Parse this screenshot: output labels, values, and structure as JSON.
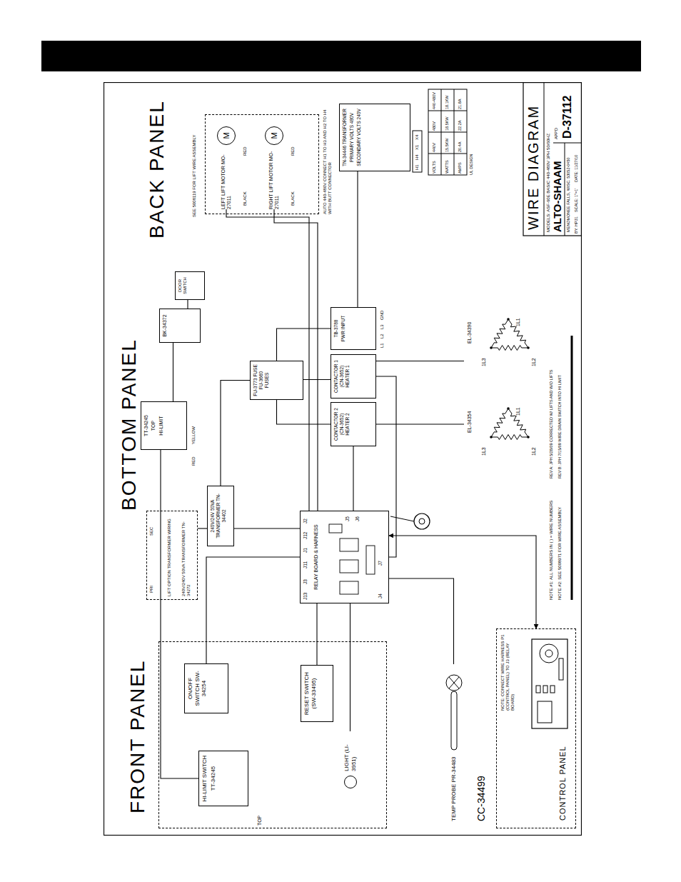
{
  "diagram": {
    "title": "WIRE DIAGRAM",
    "nodes": [
      {
        "text": [
          "FRONT PANEL"
        ]
      },
      {
        "text": [
          "HI-LIMIT SWITCH",
          "TT-34245"
        ],
        "in": 0
      },
      {
        "text": [
          "ON/OFF SWITCH SW-34254"
        ],
        "in": 0
      },
      {
        "text": [
          "RESET SWITCH (SW-33495)"
        ],
        "in": 0
      },
      {
        "text": [
          "LIGHT (LI-3951)"
        ],
        "in": 0
      },
      {
        "text": [
          "BACK PANEL"
        ]
      },
      {
        "text": [
          "LEFT LIFT MOTOR MO-27011",
          "M"
        ],
        "in": 5
      },
      {
        "text": [
          "RIGHT LIFT MOTOR MO-27011",
          "M"
        ],
        "in": 5
      },
      {
        "text": [
          "TN-34446 TRANSFORMER",
          "PRIMARY VOLTS 480V",
          "SECONDARY VOLTS 240V"
        ]
      },
      {
        "text": [
          "BK-34372"
        ]
      },
      {
        "text": [
          "DOOR SWITCH"
        ]
      },
      {
        "text": [
          "TT-34245",
          "TOP",
          "HI-LIMIT"
        ]
      },
      {
        "text": [
          "LIFT OPTION TRANSFORMER WIRING",
          "240V/240V 50VA TRANSFORMER TN-34272"
        ]
      },
      {
        "text": [
          "240V/24V 50VA TRANSFORMER TN-34402"
        ]
      },
      {
        "text": [
          "FU-3773 FUSE FU-3660 FUSES"
        ]
      },
      {
        "text": [
          "RELAY BOARD & HARNESS"
        ]
      },
      {
        "text": [
          "CONTACTOR 2 (CN-3652) HEATER 2"
        ]
      },
      {
        "text": [
          "CONTACTOR 1 (CN-3652) HEATER 1"
        ]
      },
      {
        "text": [
          "TB-3788",
          "PWR INPUT"
        ]
      },
      {
        "text": [
          "1L3",
          "1L2",
          "1L1",
          "EL-34354"
        ]
      },
      {
        "text": [
          "1L3",
          "1L2",
          "1L1",
          "EL-34390"
        ]
      },
      {
        "text": [
          "TEMP PROBE PR-34483"
        ]
      },
      {
        "text": [
          "CONTROL PANEL"
        ]
      }
    ],
    "edges": [
      {
        "from": 18,
        "to": 14,
        "arrow": "none"
      },
      {
        "from": 14,
        "to": 17,
        "arrow": "none"
      },
      {
        "from": 14,
        "to": 16,
        "arrow": "none"
      },
      {
        "from": 17,
        "to": 20,
        "arrow": "none"
      },
      {
        "from": 16,
        "to": 19,
        "arrow": "none"
      },
      {
        "from": 15,
        "to": 17,
        "arrow": "none"
      },
      {
        "from": 15,
        "to": 16,
        "arrow": "none"
      },
      {
        "from": 13,
        "to": 15,
        "arrow": "none"
      },
      {
        "from": 14,
        "to": 13,
        "arrow": "none"
      },
      {
        "from": 21,
        "to": 15,
        "arrow": "none"
      },
      {
        "from": 22,
        "to": 15,
        "arrow": "both"
      },
      {
        "from": 2,
        "to": 15,
        "arrow": "none"
      },
      {
        "from": 3,
        "to": 15,
        "arrow": "none"
      },
      {
        "from": 4,
        "to": 15,
        "arrow": "none"
      },
      {
        "from": 1,
        "to": 11,
        "arrow": "none"
      },
      {
        "from": 6,
        "to": 15,
        "arrow": "none"
      },
      {
        "from": 7,
        "to": 15,
        "arrow": "none"
      },
      {
        "from": 8,
        "to": 18,
        "arrow": "none"
      },
      {
        "from": 10,
        "to": 9,
        "arrow": "none"
      },
      {
        "from": 9,
        "to": 11,
        "arrow": "none"
      },
      {
        "from": 12,
        "to": 13,
        "arrow": "none"
      }
    ],
    "labels": [
      "BOTTOM PANEL",
      "SEE 5008119 FOR LIFT WIRE ASSEMBLY",
      "BLACK",
      "RED",
      "BLACK",
      "RED",
      "AUTO 440-480V CONNECT H1 TO H3 AND H2 TO H4 WITH BUTT CONNECTOR",
      "H1",
      "H4",
      "X1",
      "X4",
      "VOLTS",
      "440V",
      "480V",
      "440-480V",
      "WATTS",
      "15.5KW",
      "18.5KW",
      "18.1KW",
      "AMPS",
      "20.4A",
      "22.2A",
      "21.8A",
      "UL DESIGN",
      "MODELS: ASF-60E BASIC 440-480V 3PH 50/60HZ",
      "ALTO-SHAAM",
      "MENOMONEE FALLS, WISC. 53052-0450",
      "BY: HP31",
      "SCALE: 1\"=1'",
      "DATE: 11/27/10",
      "APP'D",
      "D-37112",
      "J13",
      "J3",
      "J11",
      "J1",
      "J12",
      "J2",
      "J4",
      "J7",
      "J5",
      "J6",
      "PRI",
      "SEC",
      "YELLOW",
      "RED",
      "L1",
      "L2",
      "L3",
      "GND",
      "CC-34499",
      "NOTE: CONNECT WIRE HARNESS P1 (CONTROL PANEL) TO J3 (RELAY BOARD)",
      "NOTE #1: ALL NUMBERS IN ( ) = WIRE NUMBERS",
      "NOTE #2: SEE 5008971 FOR WIRE ASSEMBLY",
      "REV A: JPH 5/28/09 CORRECTED W/ LIFTS AND W/O LIFTS",
      "REV B: JPH 7/15/09 WIRE DRAIN SWITCH INTO HI LIMIT",
      "TOP"
    ]
  }
}
